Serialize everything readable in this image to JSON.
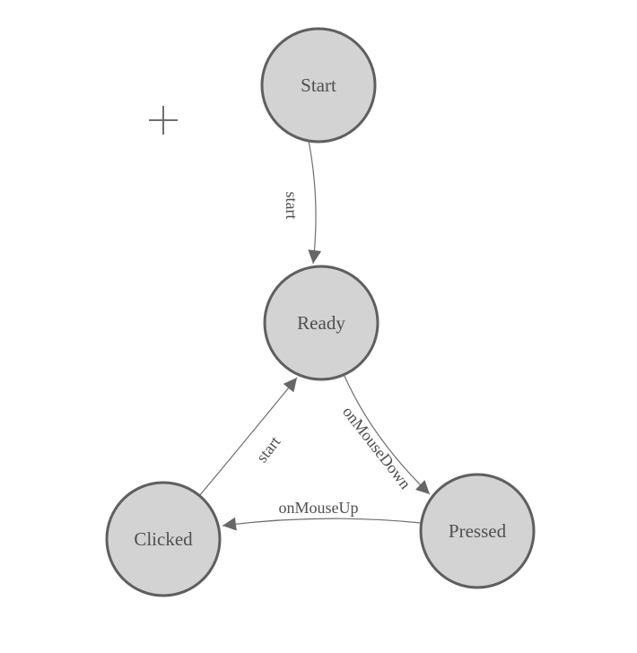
{
  "diagram": {
    "kind": "state-machine",
    "nodes": [
      {
        "id": "start",
        "label": "Start"
      },
      {
        "id": "ready",
        "label": "Ready"
      },
      {
        "id": "clicked",
        "label": "Clicked"
      },
      {
        "id": "pressed",
        "label": "Pressed"
      }
    ],
    "edges": [
      {
        "from": "start",
        "to": "ready",
        "label": "start"
      },
      {
        "from": "clicked",
        "to": "ready",
        "label": "start"
      },
      {
        "from": "ready",
        "to": "pressed",
        "label": "onMouseDown"
      },
      {
        "from": "pressed",
        "to": "clicked",
        "label": "onMouseUp"
      }
    ]
  },
  "theme": {
    "background": "#ffffff",
    "node_fill": "#d3d3d3",
    "node_stroke": "#5f5f5f",
    "edge_color": "#6e6e6e",
    "arrow_color": "#666666",
    "text_color": "#4f4f4f"
  }
}
